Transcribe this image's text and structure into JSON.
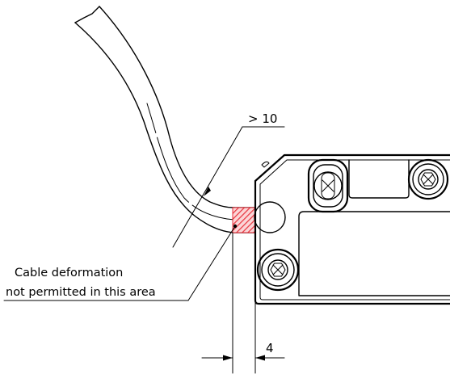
{
  "annotations": {
    "bend_radius": "> 10",
    "distance": "4",
    "note_line1": "Cable deformation",
    "note_line2": "not permitted in this area"
  },
  "colors": {
    "line": "#000000",
    "hatch": "#e8323c"
  }
}
